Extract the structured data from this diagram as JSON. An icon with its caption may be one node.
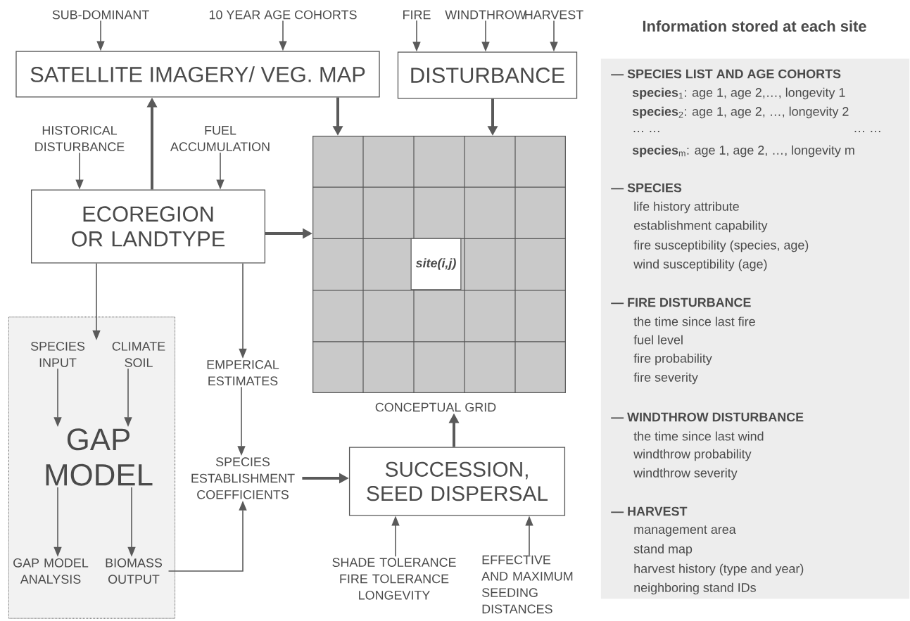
{
  "diagram": {
    "nodes": [
      {
        "text": [
          "SUB-DOMINANT"
        ]
      },
      {
        "text": [
          "10 YEAR AGE COHORTS"
        ]
      },
      {
        "text": [
          "FIRE"
        ]
      },
      {
        "text": [
          "WINDTHROW"
        ]
      },
      {
        "text": [
          "HARVEST"
        ]
      },
      {
        "text": [
          "SATELLITE IMAGERY/ VEG. MAP"
        ]
      },
      {
        "text": [
          "DISTURBANCE"
        ]
      },
      {
        "text": [
          "HISTORICAL DISTURBANCE"
        ]
      },
      {
        "text": [
          "FUEL ACCUMULATION"
        ]
      },
      {
        "text": [
          "ECOREGION OR LANDTYPE"
        ]
      },
      {
        "text": [],
        "shape": "grid",
        "beside": [
          "CONCEPTUAL GRID"
        ]
      },
      {
        "text": [
          "site(i,j)"
        ],
        "in": 10
      },
      {
        "text": [],
        "shape": "box"
      },
      {
        "text": [
          "SPECIES INPUT"
        ],
        "in": 12
      },
      {
        "text": [
          "CLIMATE SOIL"
        ],
        "in": 12
      },
      {
        "text": [
          "GAP MODEL"
        ],
        "in": 12
      },
      {
        "text": [
          "GAP MODEL ANALYSIS"
        ],
        "in": 12
      },
      {
        "text": [
          "BIOMASS OUTPUT"
        ],
        "in": 12
      },
      {
        "text": [
          "EMPERICAL ESTIMATES"
        ]
      },
      {
        "text": [
          "SPECIES ESTABLISHMENT COEFFICIENTS"
        ]
      },
      {
        "text": [
          "SUCCESSION, SEED DISPERSAL"
        ]
      },
      {
        "text": [
          "SHADE TOLERANCE FIRE TOLERANCE LONGEVITY"
        ]
      },
      {
        "text": [
          "EFFECTIVE AND MAXIMUM SEEDING DISTANCES"
        ]
      },
      {
        "text": [
          "Information stored at each site",
          "— SPECIES LIST AND AGE COHORTS",
          "**species**$_{1}$: age 1, age 2,…, longevity 1",
          "**species**$_{2}$: age 1, age 2, …, longevity 2",
          "…     …",
          "…   …",
          "**species**$_{m}$: age 1, age 2, …, longevity m",
          "— SPECIES",
          "life history attribute",
          "establishment capability",
          "fire susceptibility (species, age)",
          "wind susceptibility (age)",
          "— FIRE DISTURBANCE",
          "the time since last fire",
          "fuel level",
          "fire probability",
          "fire severity",
          "— WINDTHROW DISTURBANCE",
          "the time since last wind",
          "windthrow probability",
          "windthrow severity",
          "— HARVEST",
          "management area",
          "stand map",
          "harvest history (type and year)",
          "neighboring stand IDs"
        ]
      }
    ],
    "edges": [
      {
        "from": 0,
        "to": 5,
        "arrow": "to"
      },
      {
        "from": 1,
        "to": 5,
        "arrow": "to"
      },
      {
        "from": 2,
        "to": 6,
        "arrow": "to"
      },
      {
        "from": 3,
        "to": 6,
        "arrow": "to"
      },
      {
        "from": 4,
        "to": 6,
        "arrow": "to"
      },
      {
        "from": 5,
        "to": 10,
        "arrow": "to",
        "style": "thick"
      },
      {
        "from": 6,
        "to": 10,
        "arrow": "to",
        "style": "thick"
      },
      {
        "from": 7,
        "to": 9,
        "arrow": "to"
      },
      {
        "from": 8,
        "to": 9,
        "arrow": "to"
      },
      {
        "from": 9,
        "to": 5,
        "arrow": "to",
        "style": "thick"
      },
      {
        "from": 9,
        "to": 10,
        "arrow": "to",
        "style": "thick"
      },
      {
        "from": 9,
        "to": 13,
        "arrow": "to"
      },
      {
        "from": 9,
        "to": 18,
        "arrow": "to"
      },
      {
        "from": 13,
        "to": 15,
        "arrow": "to"
      },
      {
        "from": 14,
        "to": 15,
        "arrow": "to"
      },
      {
        "from": 15,
        "to": 16,
        "arrow": "to"
      },
      {
        "from": 15,
        "to": 17,
        "arrow": "to"
      },
      {
        "from": 18,
        "to": 19,
        "arrow": "to"
      },
      {
        "from": 17,
        "to": 19,
        "arrow": "to"
      },
      {
        "from": 19,
        "to": 20,
        "arrow": "to",
        "style": "thick"
      },
      {
        "from": 20,
        "to": 10,
        "arrow": "to",
        "style": "thick"
      },
      {
        "from": 21,
        "to": 20,
        "arrow": "to"
      },
      {
        "from": 22,
        "to": 20,
        "arrow": "to"
      }
    ]
  }
}
